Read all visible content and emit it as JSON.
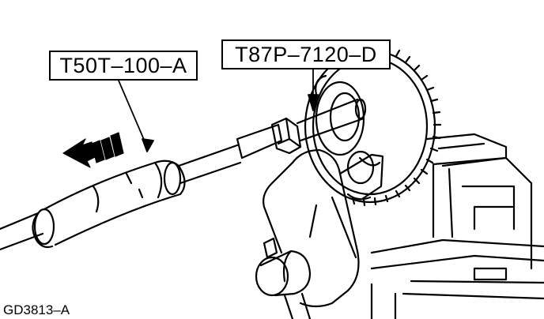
{
  "callouts": {
    "puller_tool": "T50T–100–A",
    "adapter_tool": "T87P–7120–D"
  },
  "figure_code": "GD3813–A",
  "colors": {
    "ink": "#000000",
    "paper": "#ffffff"
  }
}
